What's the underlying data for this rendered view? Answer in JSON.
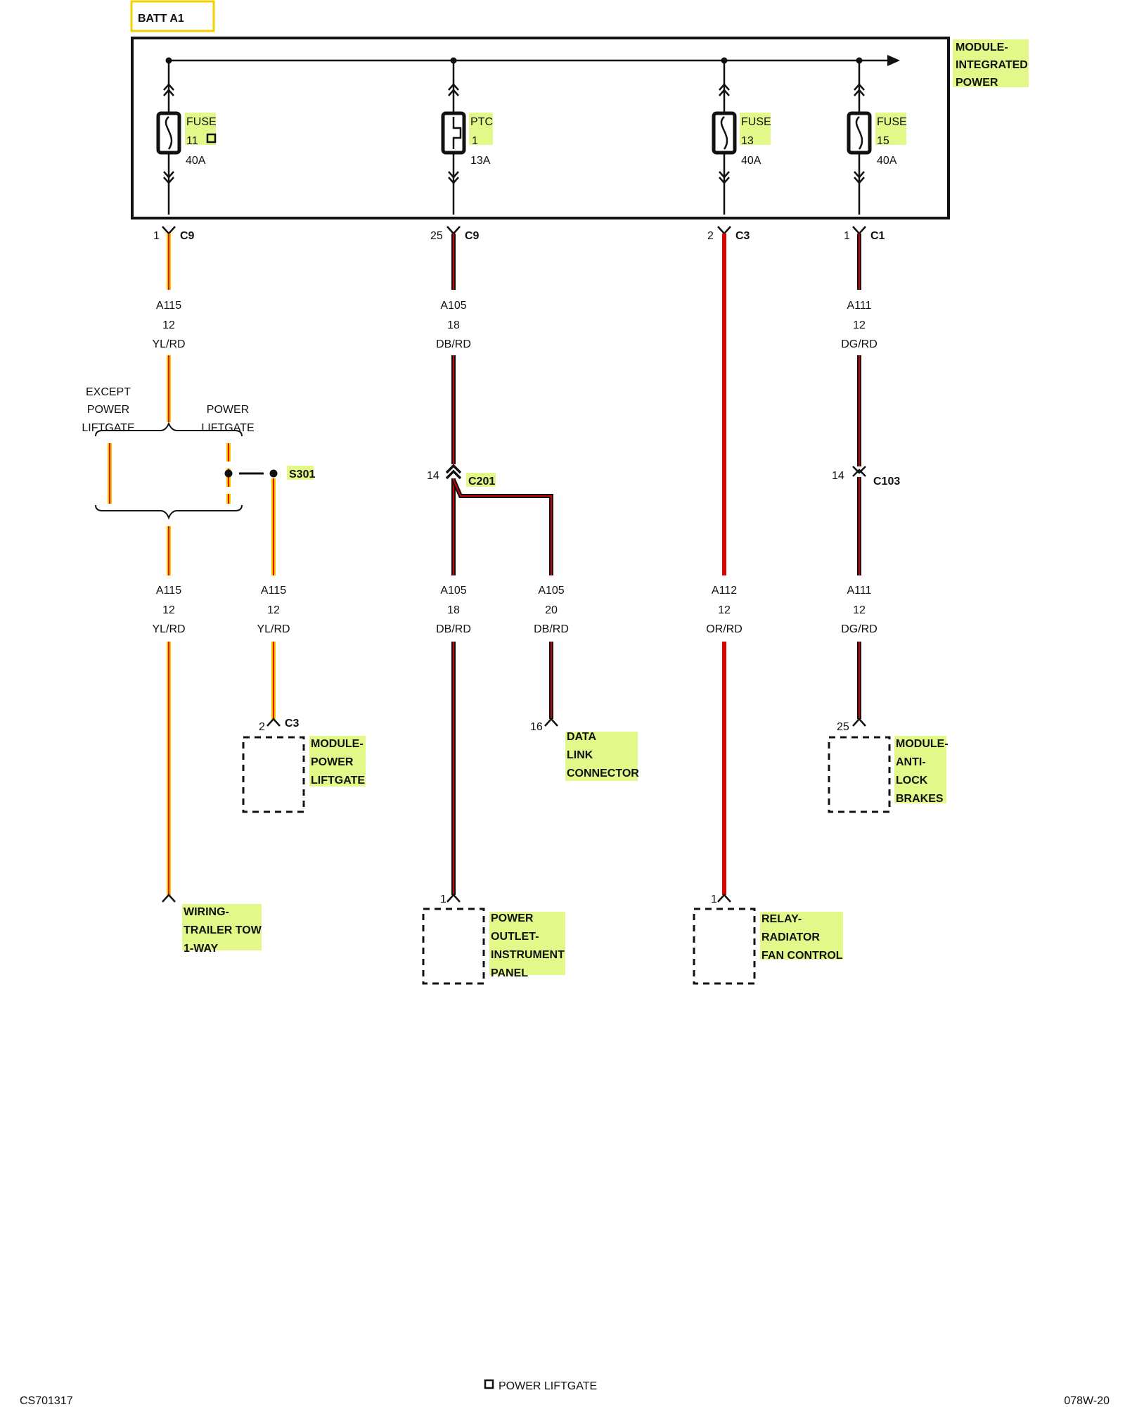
{
  "batt_label": "BATT A1",
  "module_ipm": [
    "MODULE-",
    "INTEGRATED",
    "POWER"
  ],
  "fuses": [
    {
      "type": "FUSE",
      "num": "11",
      "rating": "40A"
    },
    {
      "type": "PTC",
      "num": "1",
      "rating": "13A"
    },
    {
      "type": "FUSE",
      "num": "13",
      "rating": "40A"
    },
    {
      "type": "FUSE",
      "num": "15",
      "rating": "40A"
    }
  ],
  "top_connectors": [
    {
      "pin": "1",
      "name": "C9"
    },
    {
      "pin": "25",
      "name": "C9"
    },
    {
      "pin": "2",
      "name": "C3"
    },
    {
      "pin": "1",
      "name": "C1"
    }
  ],
  "wires": {
    "a115_top": [
      "A115",
      "12",
      "YL/RD"
    ],
    "a105_top": [
      "A105",
      "18",
      "DB/RD"
    ],
    "a111_top": [
      "A111",
      "12",
      "DG/RD"
    ],
    "a115_left": [
      "A115",
      "12",
      "YL/RD"
    ],
    "a115_right": [
      "A115",
      "12",
      "YL/RD"
    ],
    "a105_mid": [
      "A105",
      "18",
      "DB/RD"
    ],
    "a105_branch": [
      "A105",
      "20",
      "DB/RD"
    ],
    "a112": [
      "A112",
      "12",
      "OR/RD"
    ],
    "a111_bot": [
      "A111",
      "12",
      "DG/RD"
    ]
  },
  "option_except": [
    "EXCEPT",
    "POWER",
    "LIFTGATE"
  ],
  "option_power": [
    "POWER",
    "LIFTGATE"
  ],
  "splice": "S301",
  "inline_c201": {
    "pin": "14",
    "name": "C201"
  },
  "inline_c103": {
    "pin": "14",
    "name": "C103"
  },
  "components": {
    "trailer": [
      "WIRING-",
      "TRAILER TOW",
      "1-WAY"
    ],
    "liftgate": {
      "pin": "2",
      "connector": "C3",
      "label": [
        "MODULE-",
        "POWER",
        "LIFTGATE"
      ]
    },
    "dlc": {
      "pin": "16",
      "label": [
        "DATA",
        "LINK",
        "CONNECTOR"
      ]
    },
    "abs": {
      "pin": "25",
      "label": [
        "MODULE-",
        "ANTI-",
        "LOCK",
        "BRAKES"
      ]
    },
    "outlet": {
      "pin": "1",
      "label": [
        "POWER",
        "OUTLET-",
        "INSTRUMENT",
        "PANEL"
      ]
    },
    "relay": {
      "pin": "1",
      "label": [
        "RELAY-",
        "RADIATOR",
        "FAN CONTROL"
      ]
    }
  },
  "legend": "POWER LIFTGATE",
  "footer_left": "CS701317",
  "footer_right": "078W-20",
  "colors": {
    "yellow": "#f7c800",
    "red": "#e00000",
    "black": "#111111",
    "highlight": "#e2f98a",
    "batt_box": "#f5d000"
  }
}
